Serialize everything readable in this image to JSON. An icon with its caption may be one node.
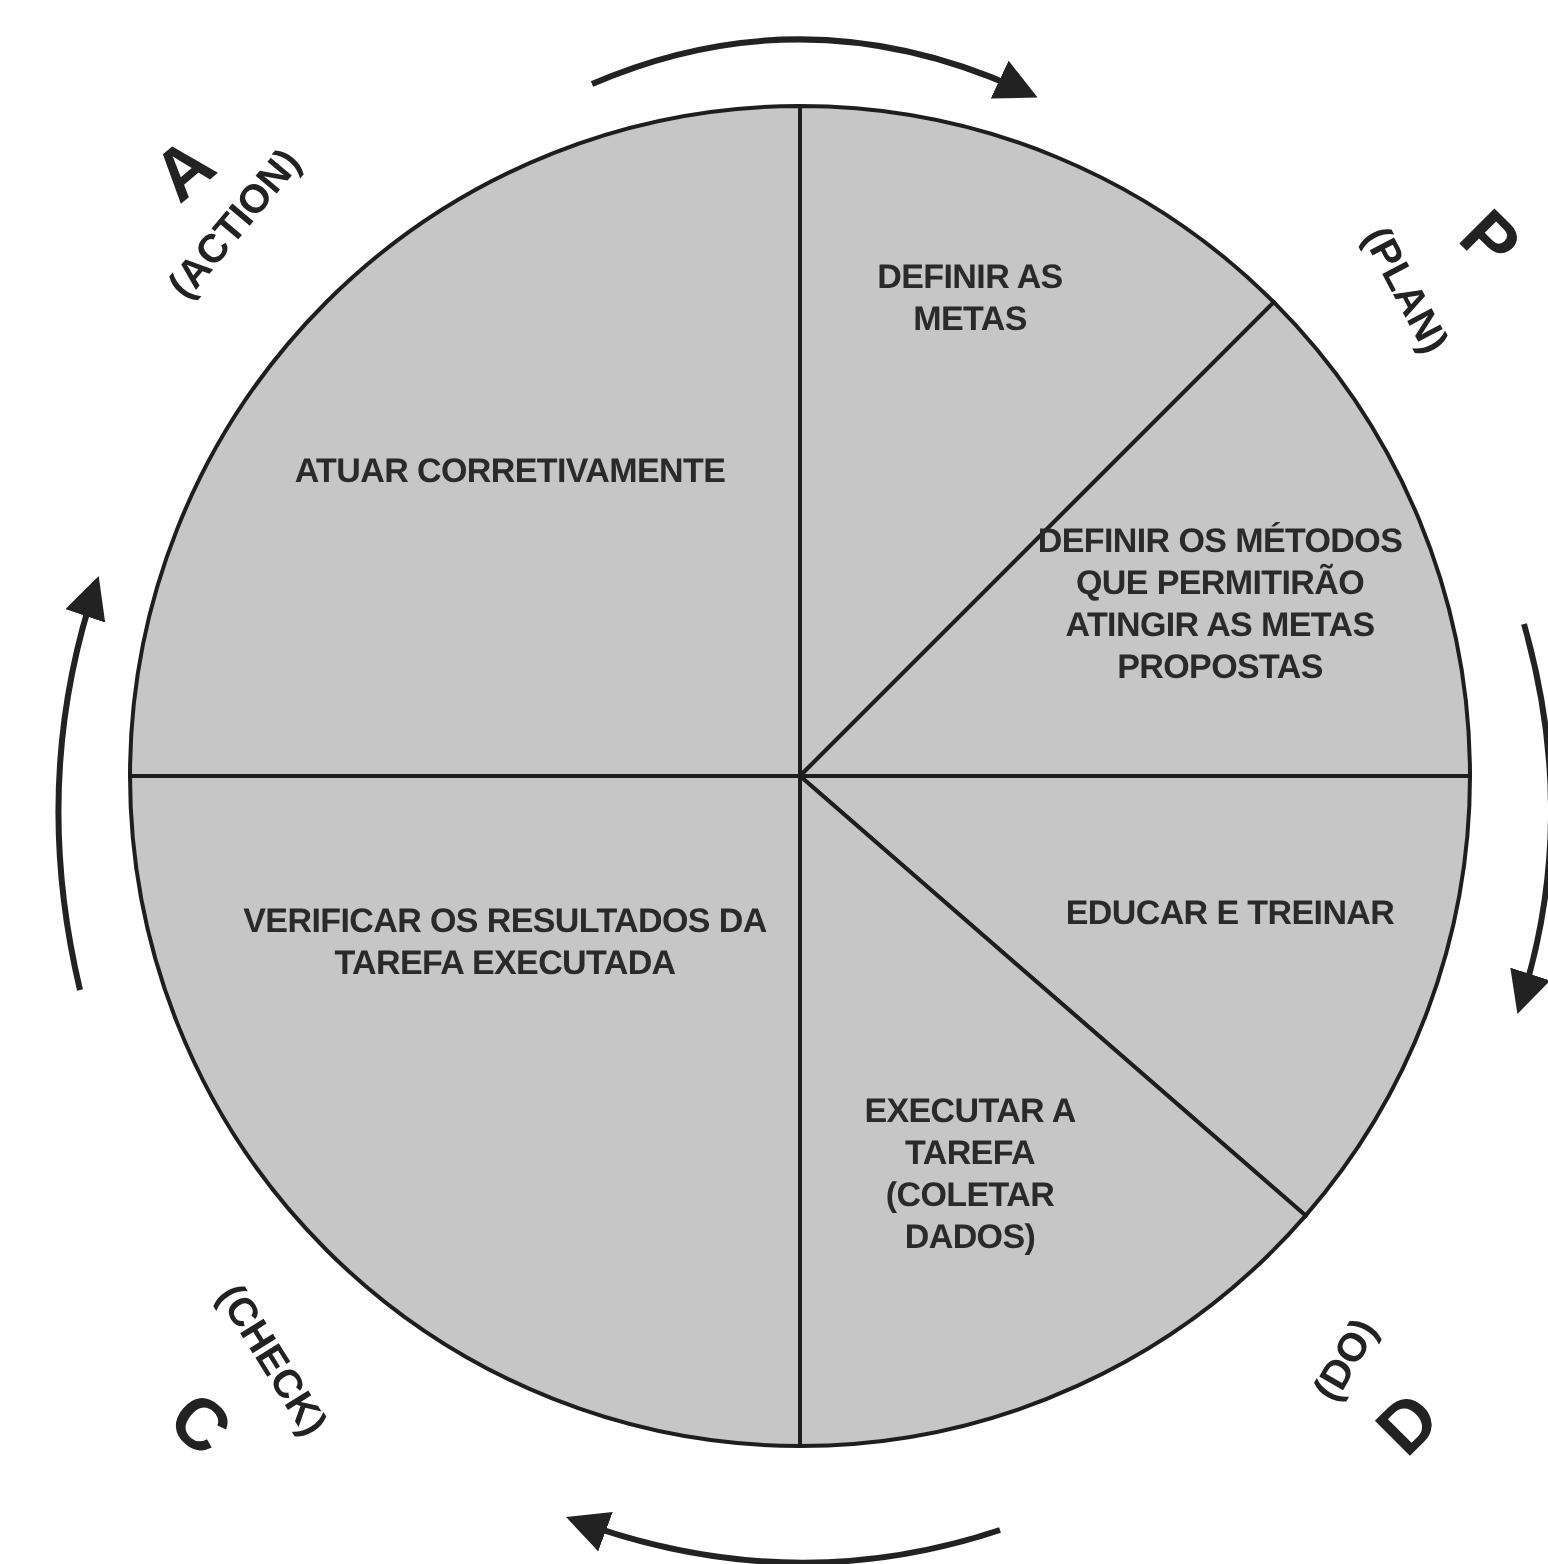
{
  "diagram": {
    "nodes": [
      {
        "text": [
          "ATUAR CORRETIVAMENTE"
        ]
      },
      {
        "text": [
          "DEFINIR AS METAS"
        ]
      },
      {
        "text": [
          "DEFINIR OS MÉTODOS QUE PERMITIRÃO ATINGIR AS METAS PROPOSTAS"
        ]
      },
      {
        "text": [
          "EDUCAR E TREINAR"
        ]
      },
      {
        "text": [
          "EXECUTAR A TAREFA (COLETAR DADOS)"
        ]
      },
      {
        "text": [
          "VERIFICAR OS RESULTADOS DA TAREFA EXECUTADA"
        ]
      }
    ],
    "edges": [],
    "labels": [
      "A",
      "(ACTION)",
      "P",
      "(PLAN)",
      "(CHECK)",
      "C",
      "(DO)",
      "D"
    ]
  }
}
